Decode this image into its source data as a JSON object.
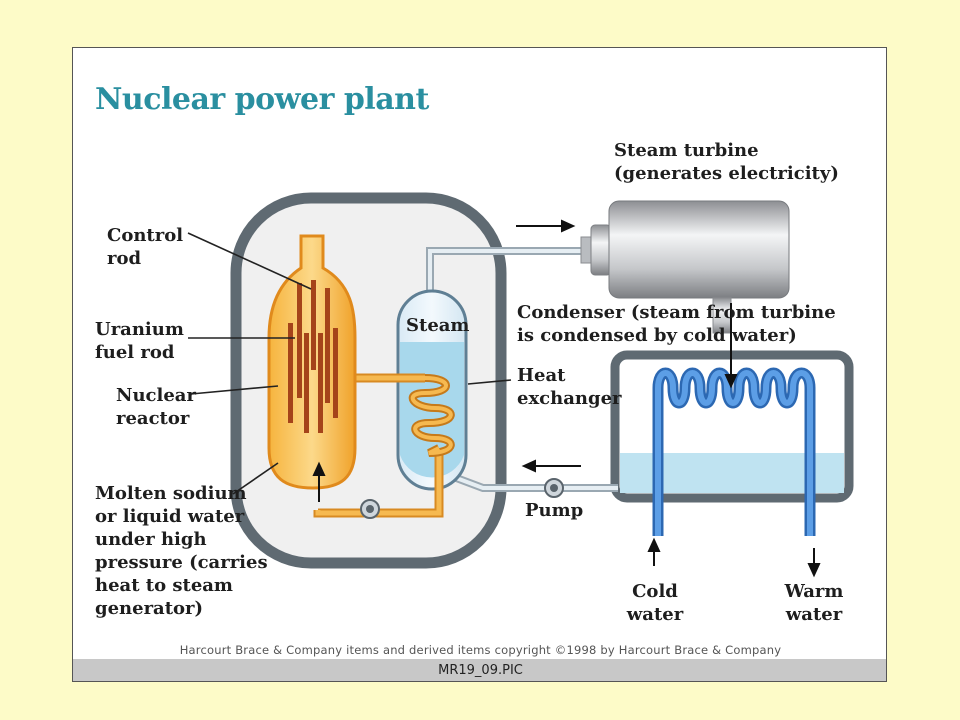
{
  "title": "Nuclear power plant",
  "labels": {
    "control_rod": [
      "Control",
      "rod"
    ],
    "uranium_fuel_rod": [
      "Uranium",
      "fuel rod"
    ],
    "nuclear_reactor": [
      "Nuclear",
      "reactor"
    ],
    "molten_sodium": [
      "Molten sodium",
      "or liquid water",
      "under high",
      "pressure (carries",
      "heat to steam",
      "generator)"
    ],
    "steam": "Steam",
    "heat_exchanger": [
      "Heat",
      "exchanger"
    ],
    "steam_turbine": [
      "Steam turbine",
      "(generates electricity)"
    ],
    "condenser": [
      "Condenser (steam from turbine",
      "is condensed by cold water)"
    ],
    "pump": "Pump",
    "cold_water": [
      "Cold",
      "water"
    ],
    "warm_water": [
      "Warm",
      "water"
    ]
  },
  "copyright": "Harcourt Brace & Company items and derived items copyright ©1998 by Harcourt Brace & Company",
  "footer": "MR19_09.PIC",
  "colors": {
    "background": "#fdfbc8",
    "title": "#2a8fa0",
    "reactor": "#f2a631",
    "rods": "#a5441a",
    "water": "#a8d8ec",
    "coil": "#3f86d6",
    "containment": "#606a72"
  }
}
